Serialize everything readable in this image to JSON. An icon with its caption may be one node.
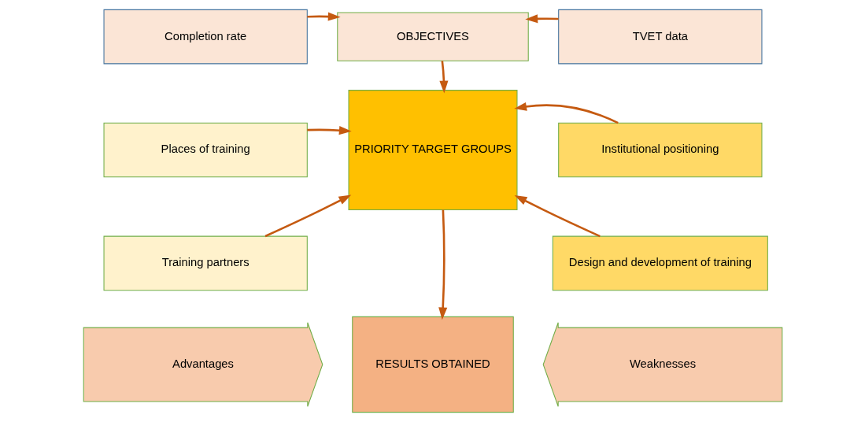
{
  "diagram": {
    "nodes": [
      {
        "text": [
          "Completion rate"
        ]
      },
      {
        "text": [
          "OBJECTIVES"
        ]
      },
      {
        "text": [
          "TVET data"
        ]
      },
      {
        "text": [
          "Places of training"
        ]
      },
      {
        "text": [
          "PRIORITY TARGET GROUPS"
        ]
      },
      {
        "text": [
          "Institutional positioning"
        ]
      },
      {
        "text": [
          "Training partners"
        ]
      },
      {
        "text": [
          "Design and development of training"
        ]
      },
      {
        "text": [
          "RESULTS OBTAINED"
        ]
      },
      {
        "text": [
          "Advantages"
        ]
      },
      {
        "text": [
          "Weaknesses"
        ]
      }
    ],
    "edges": [
      {
        "from": 0,
        "to": 1,
        "arrow": "to"
      },
      {
        "from": 2,
        "to": 1,
        "arrow": "to"
      },
      {
        "from": 1,
        "to": 4,
        "arrow": "to"
      },
      {
        "from": 3,
        "to": 4,
        "arrow": "to"
      },
      {
        "from": 5,
        "to": 4,
        "arrow": "to"
      },
      {
        "from": 6,
        "to": 4,
        "arrow": "to"
      },
      {
        "from": 7,
        "to": 4,
        "arrow": "to"
      },
      {
        "from": 4,
        "to": 8,
        "arrow": "to"
      }
    ]
  }
}
